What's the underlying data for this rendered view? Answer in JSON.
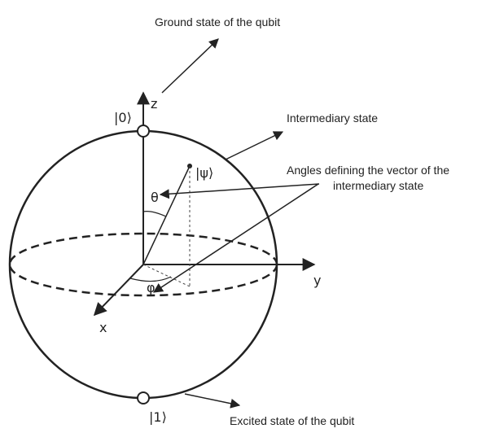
{
  "labels": {
    "ground_state": "Ground state of the qubit",
    "intermediary_state": "Intermediary state",
    "angles_line1": "Angles defining the vector of the",
    "angles_line2": "intermediary state",
    "excited_state": "Excited state of the qubit"
  },
  "symbols": {
    "ket0": "|0⟩",
    "ket1": "|1⟩",
    "psi": "|ψ⟩",
    "theta": "θ",
    "phi": "φ",
    "axis_x": "x",
    "axis_y": "y",
    "axis_z": "z"
  },
  "colors": {
    "stroke": "#222222",
    "background": "#ffffff"
  }
}
